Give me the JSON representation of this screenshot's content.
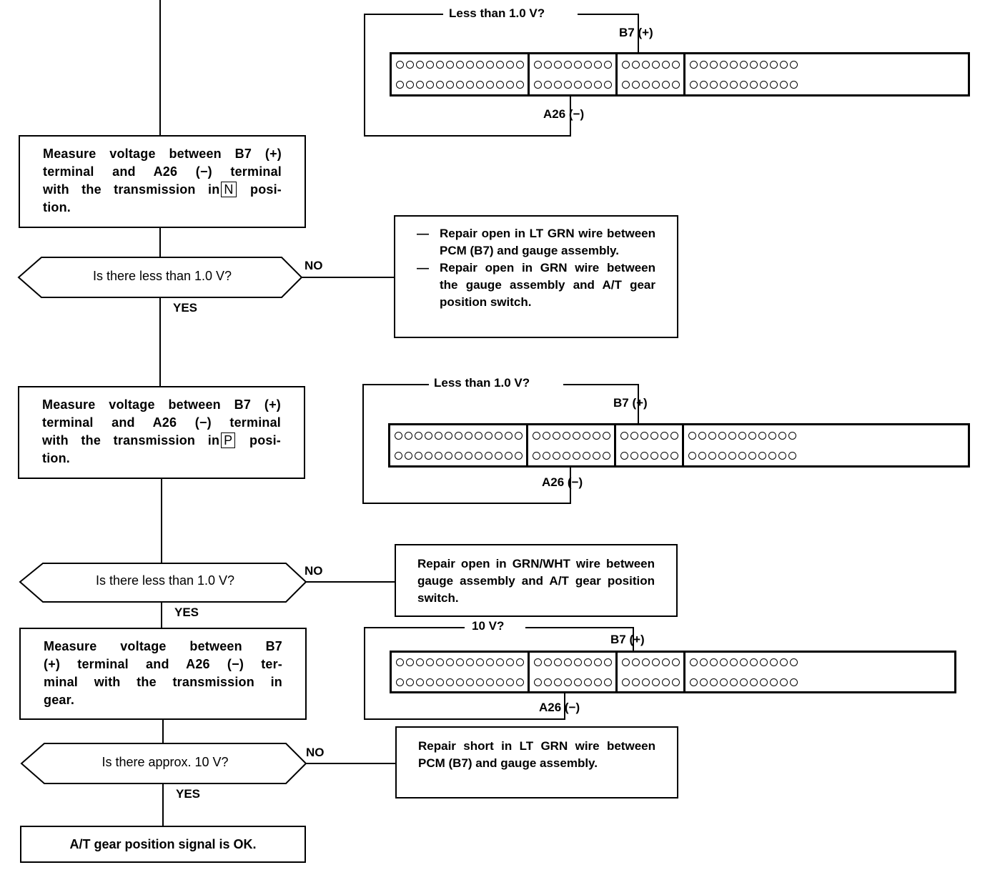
{
  "steps": [
    {
      "id": "step1",
      "lines": [
        "Measure voltage between B7 (+)",
        "terminal and A26 (−) terminal",
        "with the transmission in",
        "tion."
      ],
      "position_box": "N",
      "after_box": " posi-"
    },
    {
      "id": "step2",
      "lines": [
        "Measure voltage between B7 (+)",
        "terminal and A26 (−) terminal",
        "with the transmission in",
        "tion."
      ],
      "position_box": "P",
      "after_box": " posi-"
    },
    {
      "id": "step3",
      "lines": [
        "Measure voltage between B7",
        "(+) terminal and A26 (−) ter-",
        "minal with the transmission in",
        "gear."
      ]
    }
  ],
  "decisions": [
    {
      "id": "d1",
      "question": "Is there less than 1.0 V?",
      "no": "NO",
      "yes": "YES"
    },
    {
      "id": "d2",
      "question": "Is there less than 1.0 V?",
      "no": "NO",
      "yes": "YES"
    },
    {
      "id": "d3",
      "question": "Is there approx. 10 V?",
      "no": "NO",
      "yes": "YES"
    }
  ],
  "repairs": {
    "r1": [
      "Repair open in LT GRN wire between PCM (B7) and gauge assembly.",
      "Repair open in GRN wire between the gauge assembly and A/T gear position switch."
    ],
    "r2": "Repair open in GRN/WHT wire between gauge assembly and A/T gear position switch.",
    "r3": "Repair short in LT GRN wire between PCM (B7) and gauge assembly."
  },
  "result": "A/T gear position signal is OK.",
  "connectors": [
    {
      "id": "c1",
      "question": "Less than 1.0 V?",
      "plus": "B7 (+)",
      "minus": "A26 (−)"
    },
    {
      "id": "c2",
      "question": "Less than 1.0 V?",
      "plus": "B7 (+)",
      "minus": "A26 (−)"
    },
    {
      "id": "c3",
      "question": "10 V?",
      "plus": "B7 (+)",
      "minus": "A26 (−)"
    }
  ],
  "pin_counts": [
    13,
    8,
    6,
    11
  ]
}
